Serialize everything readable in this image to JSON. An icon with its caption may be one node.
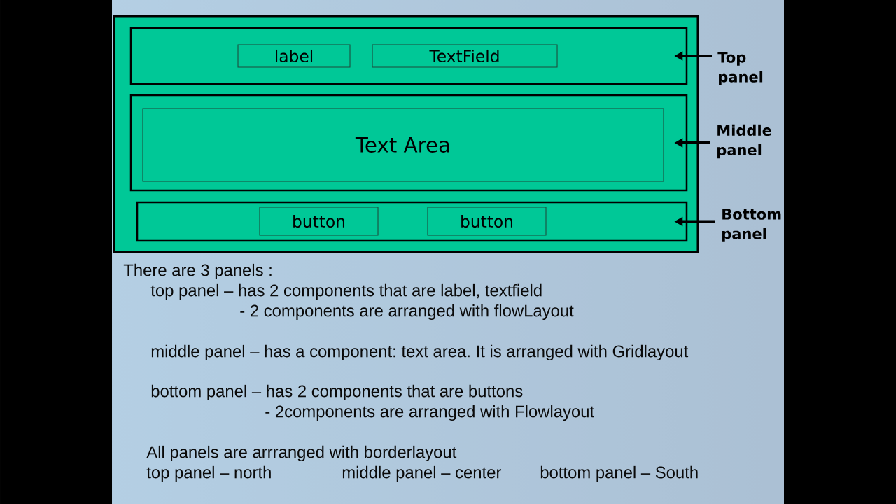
{
  "diagram": {
    "nodes": [
      {
        "text": [],
        "shape": "box"
      },
      {
        "text": [],
        "shape": "box",
        "in": 0
      },
      {
        "text": [
          "label"
        ],
        "in": 1
      },
      {
        "text": [
          "TextField"
        ],
        "in": 1
      },
      {
        "text": [],
        "shape": "box",
        "in": 0
      },
      {
        "text": [
          "Text Area"
        ],
        "in": 4
      },
      {
        "text": [],
        "shape": "box",
        "in": 0
      },
      {
        "text": [
          "button"
        ],
        "in": 6
      },
      {
        "text": [
          "button"
        ],
        "in": 6
      },
      {
        "text": [
          "Top panel"
        ]
      },
      {
        "text": [
          "Middle panel"
        ]
      },
      {
        "text": [
          "Bottom panel"
        ]
      }
    ],
    "edges": [
      {
        "from": 9,
        "to": 1,
        "arrow": "to"
      },
      {
        "from": 10,
        "to": 4,
        "arrow": "to"
      },
      {
        "from": 11,
        "to": 6,
        "arrow": "to"
      }
    ],
    "labels": [
      "There are 3 panels :",
      "top panel – has 2 components that are label, textfield",
      "- 2 components are arranged with flowLayout",
      "middle panel – has a component: text area. It is arranged with Gridlayout",
      "bottom panel – has 2 components that are buttons",
      "- 2components are arranged with Flowlayout",
      "All panels are arrranged with borderlayout",
      "top panel – north",
      "middle panel – center",
      "bottom panel – South"
    ]
  }
}
